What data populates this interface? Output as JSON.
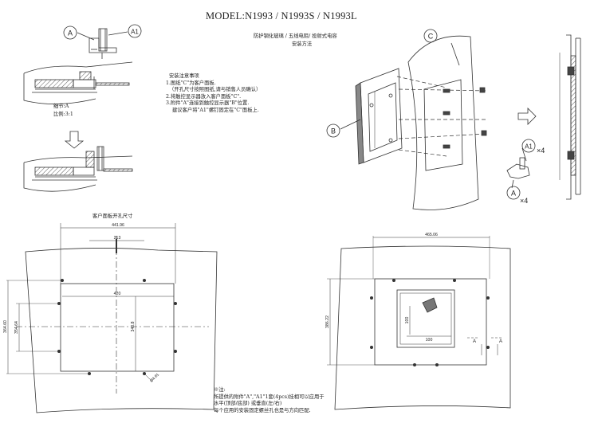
{
  "title": "MODEL:N1993 / N1993S / N1993L",
  "subtitle_line1": "防护钢化玻璃 / 五线电阻/ 投射式电容",
  "subtitle_line2": "安装方法",
  "notes": {
    "heading": "安装注意事项",
    "lines": [
      "1.图纸\"C\"为客户面板.",
      "（开孔尺寸按照图纸,请与销售人员确认）",
      "2.将触控显示器放入客户面板\"C\".",
      "3.附件\"A\"连接到触控显示器\"B\"位置.",
      "建议客户将\"A1\"螺钉固定在\"C\"面板上."
    ]
  },
  "detail": {
    "label": "细节:A",
    "scale": "比例:3:1"
  },
  "labels": {
    "A": "A",
    "A1": "A1",
    "B": "B",
    "C": "C",
    "x4_a1": "×4",
    "x4_a": "×4",
    "sec_a_left": "A",
    "sec_a_right": "A"
  },
  "cutout": {
    "title": "客户面板开孔尺寸",
    "dim_top": "441.96",
    "dim_inner_top": "213",
    "dim_inner_width": "420",
    "dim_height_outer": "364.60",
    "dim_height_inner": "354.64",
    "dim_inner_height": "340.8",
    "dim_hole": "Ø4.81"
  },
  "front": {
    "dim_top": "465.06",
    "dim_height": "386.22",
    "dim_100_h": "100",
    "dim_100_v": "100"
  },
  "footnote": {
    "heading": "※注:",
    "lines": [
      "所提供的附件\"A\",\"A1\"1套(4pcs)挂相可以应用于",
      "水平(顶部/底部) 或垂直(左/右)",
      "每个应用的安装固定螺丝孔也是与方向匹配."
    ]
  }
}
